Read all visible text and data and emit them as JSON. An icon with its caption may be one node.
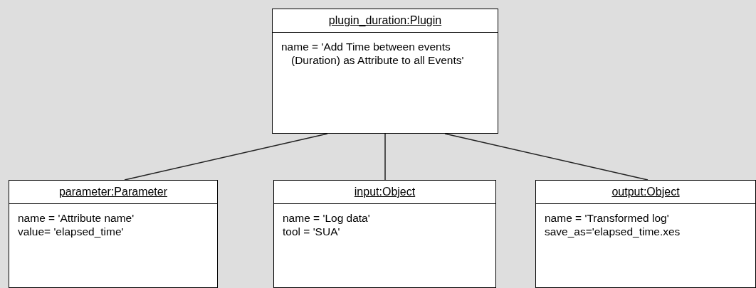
{
  "diagram": {
    "nodes": [
      {
        "text": [
          "plugin_duration:Plugin",
          "name = 'Add Time between events (Duration) as Attribute to all Events'"
        ]
      },
      {
        "text": [
          "parameter:Parameter",
          "name = 'Attribute name'",
          "value= 'elapsed_time'"
        ]
      },
      {
        "text": [
          "input:Object",
          "name = 'Log data'",
          "tool = 'SUA'"
        ]
      },
      {
        "text": [
          "output:Object",
          "name = 'Transformed log'",
          "save_as='elapsed_time.xes"
        ]
      }
    ],
    "edges": [
      {
        "from": 0,
        "to": 1,
        "arrow": "none"
      },
      {
        "from": 0,
        "to": 2,
        "arrow": "none"
      },
      {
        "from": 0,
        "to": 3,
        "arrow": "none"
      }
    ]
  }
}
